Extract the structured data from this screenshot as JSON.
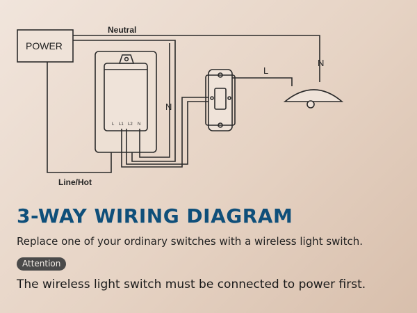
{
  "diagram": {
    "power_label": "POWER",
    "neutral_label": "Neutral",
    "line_hot_label": "Line/Hot",
    "n_label_center": "N",
    "l_label": "L",
    "n_label_right": "N",
    "module_terminals": [
      "L",
      "L1",
      "L2",
      "N"
    ]
  },
  "title": "3-WAY WIRING DIAGRAM",
  "subtitle": "Replace one of your ordinary switches with a wireless light switch.",
  "attention_badge": "Attention",
  "note": "The wireless light switch must be connected to power first.",
  "colors": {
    "title": "#0f4f7a",
    "wire": "#2a2a2a",
    "badge_bg": "#4a4a4a"
  }
}
